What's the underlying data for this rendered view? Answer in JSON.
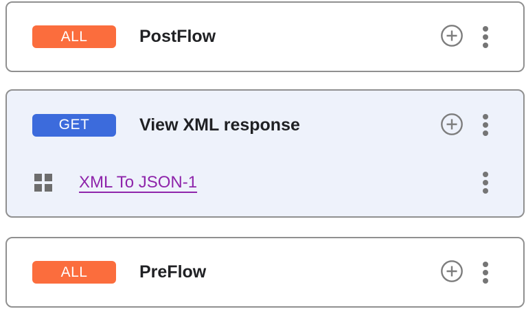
{
  "colors": {
    "badge_all_orange": "#FB6D3D",
    "badge_get_blue": "#3C6BDC",
    "selected_card_bg": "#EEF2FB",
    "card_border_gray": "#8F8F8F",
    "icon_gray": "#757575",
    "drag_handle_gray": "#6D6D6D",
    "link_purple": "#8E24AA",
    "title_text": "#202124"
  },
  "icons": {
    "add": "plus-circle-icon",
    "menu": "kebab-menu-icon",
    "drag": "grid-drag-handle-icon"
  },
  "flows": [
    {
      "method": "ALL",
      "name": "PostFlow",
      "highlighted": false,
      "steps": []
    },
    {
      "method": "GET",
      "name": "View XML response",
      "highlighted": true,
      "steps": [
        {
          "name": "XML To JSON-1"
        }
      ]
    },
    {
      "method": "ALL",
      "name": "PreFlow",
      "highlighted": false,
      "steps": []
    }
  ]
}
